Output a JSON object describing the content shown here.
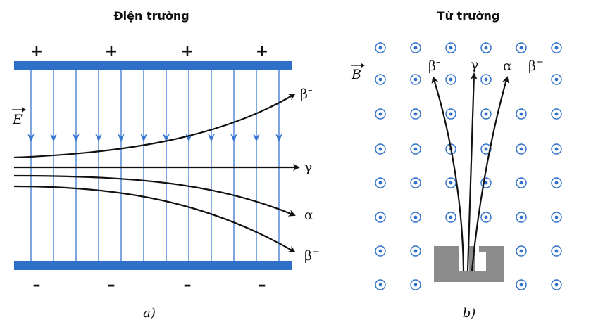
{
  "panel_a": {
    "title": "Điện trường",
    "caption": "a)",
    "field_label": "E",
    "plus_sign": "+",
    "minus_sign": "–",
    "labels": {
      "beta_minus": "β",
      "beta_minus_sup": "–",
      "gamma": "γ",
      "alpha": "α",
      "beta_plus": "β",
      "beta_plus_sup": "+"
    }
  },
  "panel_b": {
    "title": "Từ trường",
    "caption": "b)",
    "field_label": "B",
    "labels": {
      "beta_minus": "β",
      "beta_minus_sup": "–",
      "gamma": "γ",
      "alpha": "α",
      "beta_plus": "β",
      "beta_plus_sup": "+"
    }
  },
  "colors": {
    "plate": "#2e6fc8",
    "field_line": "#3a78d2",
    "dot": "#2e6fc8",
    "trajectory": "#111111",
    "source": "#8c8c8c"
  }
}
